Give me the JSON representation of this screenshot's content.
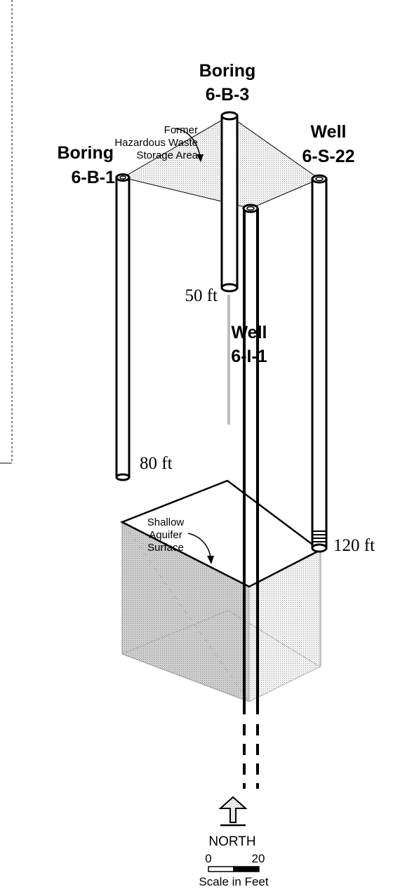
{
  "labels": {
    "former_area": [
      "Former",
      "Hazardous Waste",
      "Storage Area"
    ],
    "shallow_aquifer": [
      "Shallow",
      "Aquifer",
      "Surface"
    ],
    "north": "NORTH",
    "scale_caption": "Scale in Feet",
    "scale_min": "0",
    "scale_max": "20"
  },
  "boreholes": [
    {
      "kind": "Boring",
      "id": "6-B-1",
      "depth": "80 ft"
    },
    {
      "kind": "Boring",
      "id": "6-B-3",
      "depth": "50 ft"
    },
    {
      "kind": "Well",
      "id": "6-S-22",
      "depth": "120 ft"
    },
    {
      "kind": "Well",
      "id": "6-I-1",
      "depth": ""
    }
  ],
  "colors": {
    "ink": "#000000",
    "stipple": "#bdbdbd",
    "pipe_fill": "#ffffff"
  }
}
